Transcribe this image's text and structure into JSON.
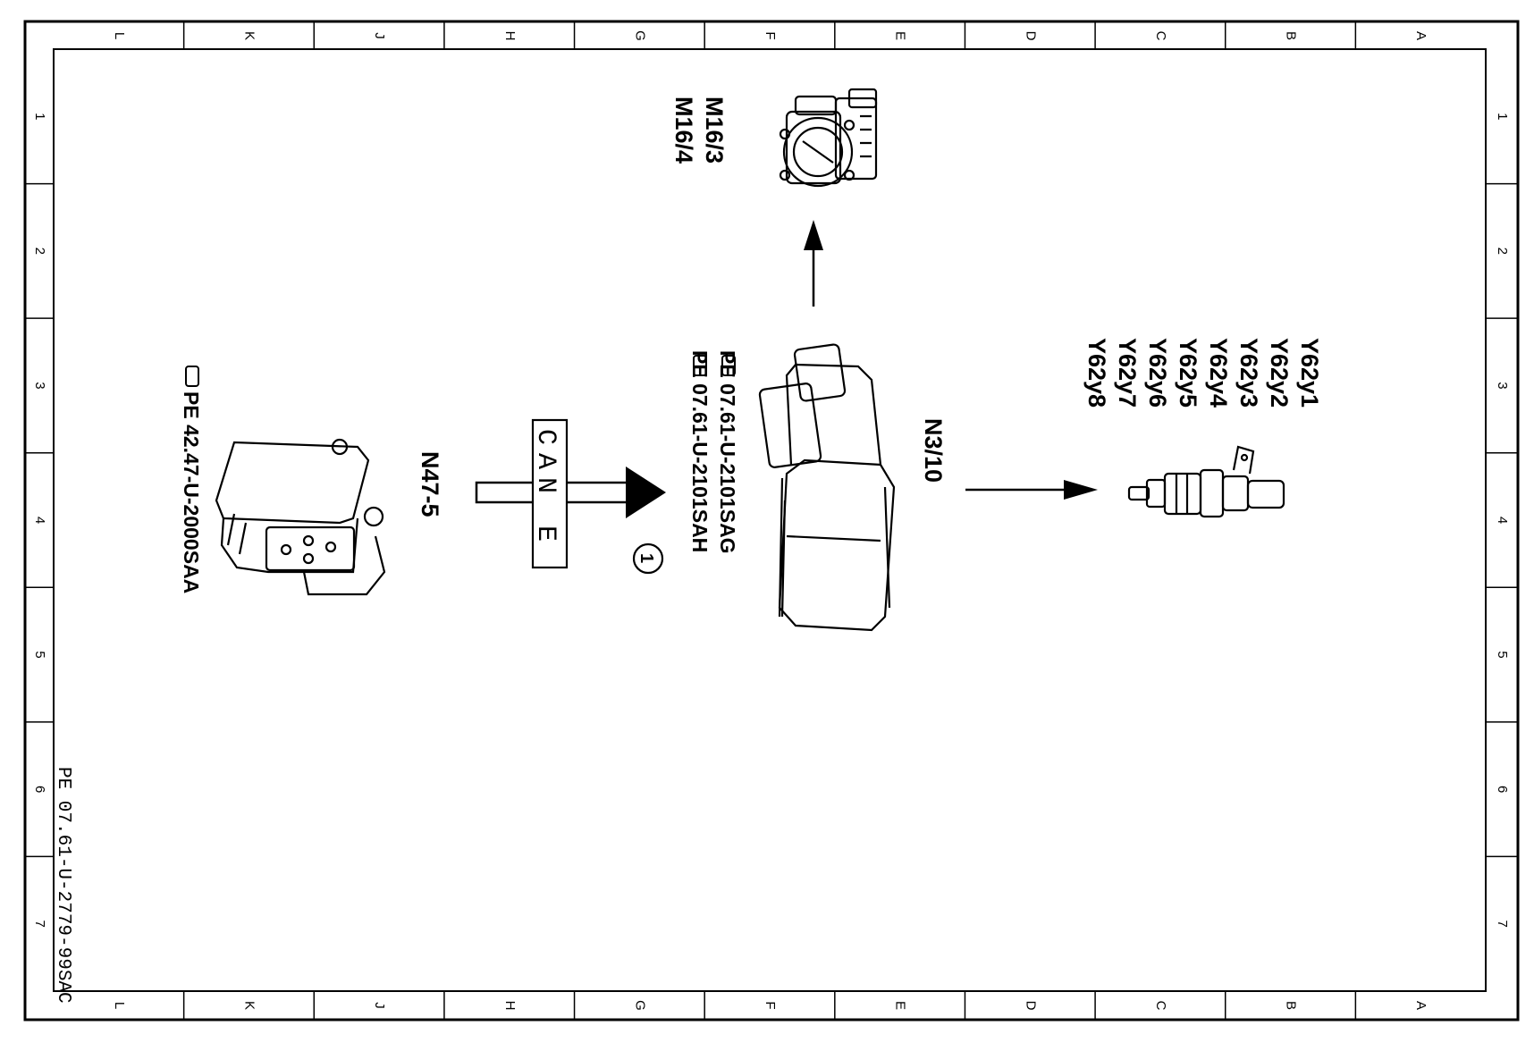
{
  "frame": {
    "columns": [
      "L",
      "K",
      "J",
      "H",
      "G",
      "F",
      "E",
      "D",
      "C",
      "B",
      "A"
    ],
    "rows": [
      "1",
      "2",
      "3",
      "4",
      "5",
      "6",
      "7"
    ]
  },
  "components": {
    "throttle": {
      "label_1": "M16/3",
      "label_2": "M16/4"
    },
    "ecu": {
      "label": "N3/10",
      "ref_1": "PE  07.61-U-2101SAG",
      "ref_2": "PE  07.61-U-2101SAH"
    },
    "abs": {
      "label": "N47-5",
      "ref": "PE  42.47-U-2000SAA"
    },
    "injectors": {
      "labels": [
        "Y62y1",
        "Y62y2",
        "Y62y3",
        "Y62y4",
        "Y62y5",
        "Y62y6",
        "Y62y7",
        "Y62y8"
      ]
    }
  },
  "bus": {
    "label": "CAN E",
    "callout": "1"
  },
  "footer": {
    "document_ref": "PE 07.61-U-2779-99SAC"
  }
}
